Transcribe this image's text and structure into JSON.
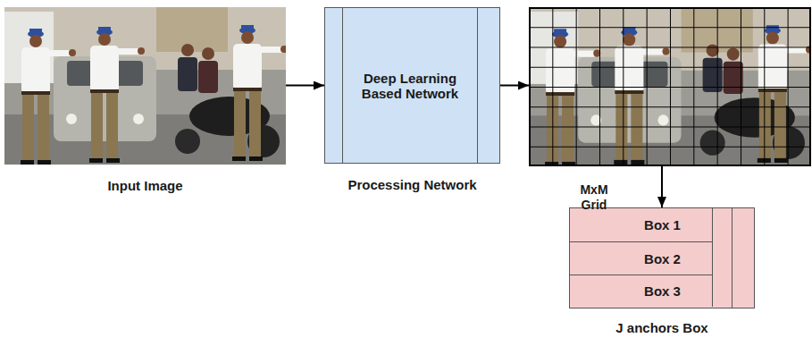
{
  "diagram": {
    "nodes": [
      {
        "text": [
          "Input Image"
        ]
      },
      {
        "text": [
          "Deep Learning Based Network",
          "Processing Network"
        ]
      },
      {
        "text": [
          "MxM Grid"
        ]
      },
      {
        "text": [
          "J anchors Box"
        ]
      },
      {
        "text": [
          "Box 1"
        ],
        "in": 3
      },
      {
        "text": [
          "Box 2"
        ],
        "in": 3
      },
      {
        "text": [
          "Box 3"
        ],
        "in": 3
      }
    ],
    "edges": [
      {
        "from": 0,
        "to": 1,
        "arrow": "to"
      },
      {
        "from": 1,
        "to": 2,
        "arrow": "to"
      },
      {
        "from": 2,
        "to": 3,
        "arrow": "to"
      }
    ]
  }
}
